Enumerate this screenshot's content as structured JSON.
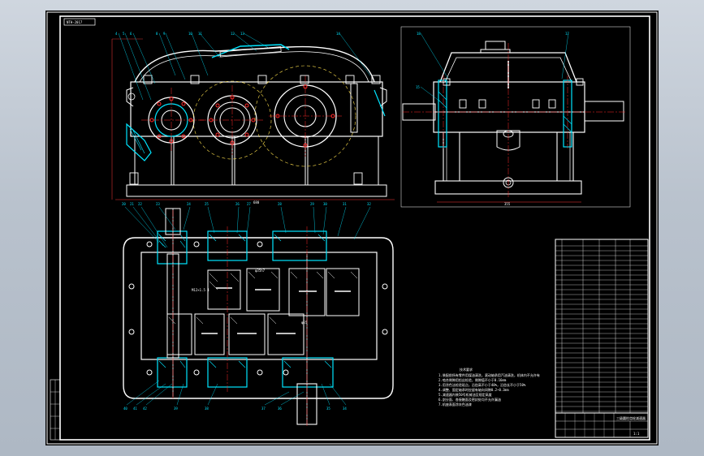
{
  "app": {
    "viewport_bg": "#000000",
    "chrome_bg": "#c3cbd5"
  },
  "drawing": {
    "title_tag": "NTH-2017",
    "colors": {
      "outline": "#ffffff",
      "hatch": "#00e5ff",
      "center_line": "#ff2a2a",
      "hidden_line": "#ffe14d",
      "dimension": "#ff3a3a",
      "leader": "#00e5ff"
    },
    "tech_notes": {
      "heading": "技术要求",
      "lines": [
        "1.装配前所有零件用煤油清洗，滚动轴承用汽油清洗，机体内不允许有",
        "2.啮合侧隙用铅丝检验，侧隙值不小于0.16mm",
        "3.用涂色法检验斑点，沿齿高不小于40%，沿齿长不小于50%",
        "4.调整、固定轴承时应留有轴向间隙0.2~0.3mm",
        "5.减速器内装50号机械油至规定高度",
        "6.剖分面、各接触面及密封处均不允许漏油",
        "7.机座表面涂灰色油漆"
      ]
    },
    "title_block": {
      "drawing_name": "三级圆柱齿轮减速器",
      "scale": "1:1"
    }
  }
}
